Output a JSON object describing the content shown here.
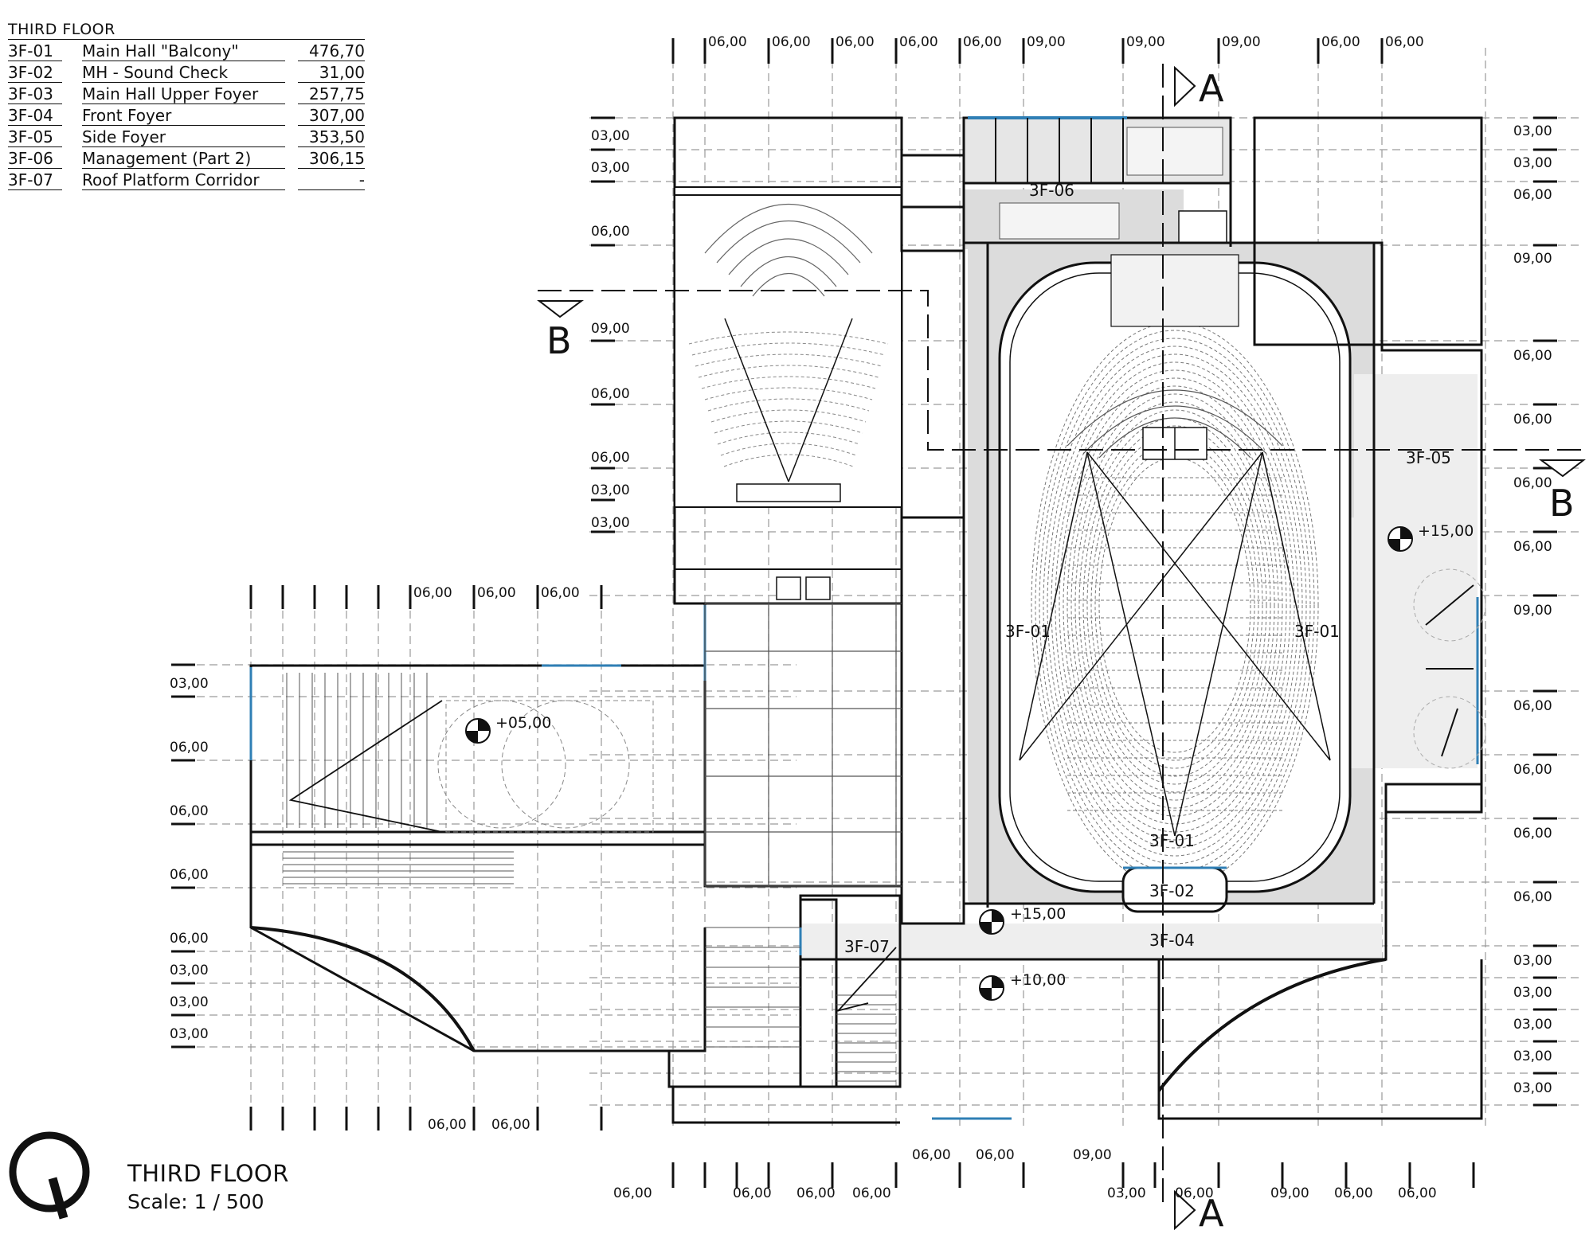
{
  "legend": {
    "title": "THIRD FLOOR",
    "rows": [
      {
        "code": "3F-01",
        "name": "Main Hall \"Balcony\"",
        "area": "476,70"
      },
      {
        "code": "3F-02",
        "name": "MH - Sound Check",
        "area": "31,00"
      },
      {
        "code": "3F-03",
        "name": "Main Hall Upper Foyer",
        "area": "257,75"
      },
      {
        "code": "3F-04",
        "name": "Front Foyer",
        "area": "307,00"
      },
      {
        "code": "3F-05",
        "name": "Side Foyer",
        "area": "353,50"
      },
      {
        "code": "3F-06",
        "name": "Management (Part 2)",
        "area": "306,15"
      },
      {
        "code": "3F-07",
        "name": "Roof Platform Corridor",
        "area": "-"
      }
    ]
  },
  "title_block": {
    "title": "THIRD FLOOR",
    "scale": "Scale: 1 / 500"
  },
  "dimensions": {
    "top_row": [
      "06,00",
      "06,00",
      "06,00",
      "06,00",
      "06,00",
      "09,00",
      "09,00",
      "09,00",
      "06,00",
      "06,00"
    ],
    "left_upper": [
      "03,00",
      "03,00",
      "06,00",
      "09,00",
      "06,00",
      "06,00",
      "03,00",
      "03,00"
    ],
    "right": [
      "03,00",
      "03,00",
      "06,00",
      "09,00",
      "06,00",
      "06,00",
      "06,00",
      "06,00",
      "09,00",
      "06,00",
      "06,00",
      "06,00",
      "06,00",
      "03,00",
      "03,00",
      "03,00",
      "03,00",
      "03,00"
    ],
    "left_lower_top": [
      "06,00",
      "06,00",
      "06,00"
    ],
    "left_lower": [
      "03,00",
      "06,00",
      "06,00",
      "06,00",
      "06,00",
      "03,00",
      "03,00",
      "03,00"
    ],
    "bottom_left": [
      "06,00",
      "06,00"
    ],
    "bottom_mid": [
      "06,00",
      "06,00",
      "09,00"
    ],
    "bottom_row": [
      "06,00",
      "06,00",
      "06,00",
      "06,00",
      "03,00",
      "06,00",
      "09,00",
      "06,00",
      "06,00"
    ]
  },
  "rooms": {
    "r01a": "3F-01",
    "r01b": "3F-01",
    "r01c": "3F-01",
    "r02": "3F-02",
    "r04": "3F-04",
    "r05": "3F-05",
    "r06": "3F-06",
    "r07": "3F-07"
  },
  "levels": {
    "l1": "+15,00",
    "l2": "+15,00",
    "l3": "+10,00",
    "l4": "+05,00"
  },
  "sections": {
    "a_top": "A",
    "a_bottom": "A",
    "b_left": "B",
    "b_right": "B"
  },
  "colors": {
    "wall": "#111111",
    "grid": "#9a9a9a",
    "fill_grey": "#d9d9d9",
    "glass": "#2f7fb5"
  }
}
